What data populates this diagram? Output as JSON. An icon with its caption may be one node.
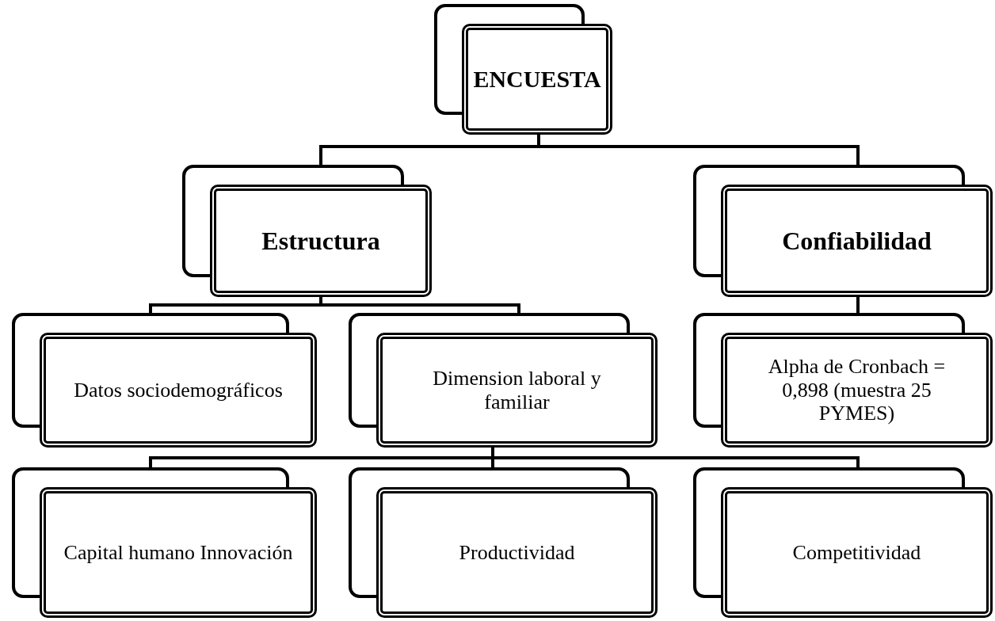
{
  "diagram": {
    "nodes": [
      {
        "text": [
          "ENCUESTA"
        ]
      },
      {
        "text": [
          "Estructura"
        ]
      },
      {
        "text": [
          "Confiabilidad"
        ]
      },
      {
        "text": [
          "Datos sociodemográficos"
        ]
      },
      {
        "text": [
          "Dimension laboral y familiar"
        ]
      },
      {
        "text": [
          "Alpha de Cronbach = 0,898 (muestra 25 PYMES)"
        ]
      },
      {
        "text": [
          "Capital humano Innovación"
        ]
      },
      {
        "text": [
          "Productividad"
        ]
      },
      {
        "text": [
          "Competitividad"
        ]
      }
    ],
    "edges": [
      {
        "from": 0,
        "to": 1,
        "arrow": "none"
      },
      {
        "from": 0,
        "to": 2,
        "arrow": "none"
      },
      {
        "from": 1,
        "to": 3,
        "arrow": "none"
      },
      {
        "from": 1,
        "to": 4,
        "arrow": "none"
      },
      {
        "from": 2,
        "to": 5,
        "arrow": "none"
      },
      {
        "from": 4,
        "to": 6,
        "arrow": "none"
      },
      {
        "from": 4,
        "to": 7,
        "arrow": "none"
      },
      {
        "from": 4,
        "to": 8,
        "arrow": "none"
      }
    ]
  }
}
